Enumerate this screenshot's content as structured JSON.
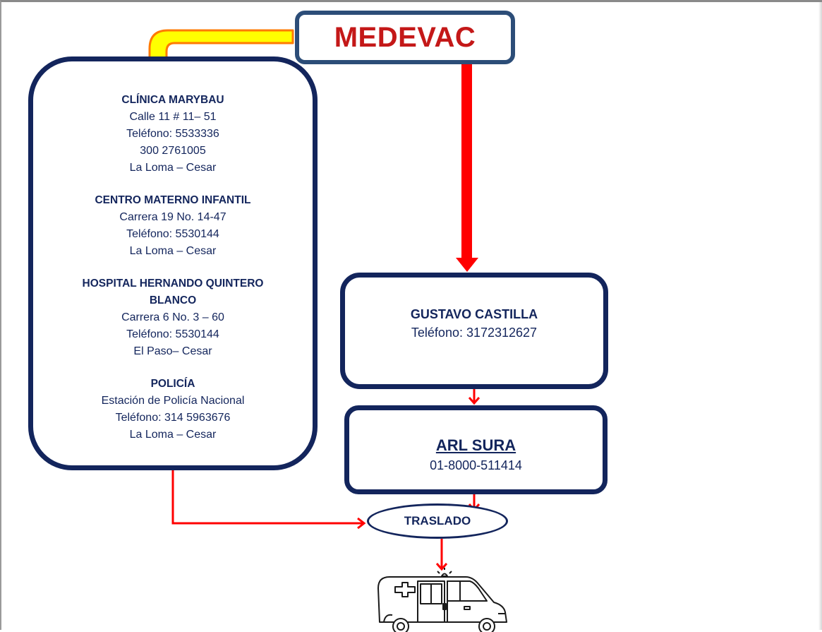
{
  "diagram": {
    "title": "MEDEVAC",
    "facilities": [
      {
        "name": "CLÍNICA MARYBAU",
        "lines": [
          "Calle 11 # 11– 51",
          "Teléfono: 5533336",
          "300 2761005",
          "La Loma – Cesar"
        ]
      },
      {
        "name": "CENTRO MATERNO INFANTIL",
        "lines": [
          "Carrera 19 No. 14-47",
          "Teléfono: 5530144",
          "La Loma – Cesar"
        ]
      },
      {
        "name": "HOSPITAL HERNANDO QUINTERO BLANCO",
        "lines": [
          "Carrera 6 No. 3 – 60",
          "Teléfono: 5530144",
          "El Paso– Cesar"
        ]
      },
      {
        "name": "POLICÍA",
        "lines": [
          "Estación de Policía Nacional",
          "Teléfono: 314 5963676",
          "La Loma – Cesar"
        ]
      }
    ],
    "contact": {
      "name": "GUSTAVO CASTILLA",
      "phone": "Teléfono: 3172312627"
    },
    "arl": {
      "name": "ARL SURA",
      "phone": "01-8000-511414"
    },
    "transfer_label": "TRASLADO",
    "colors": {
      "box_border": "#13255c",
      "title": "#c41818",
      "arrow_main": "#ff0000",
      "arrow_yellow": "#ffff00"
    },
    "icons": [
      "ambulance-icon"
    ]
  }
}
